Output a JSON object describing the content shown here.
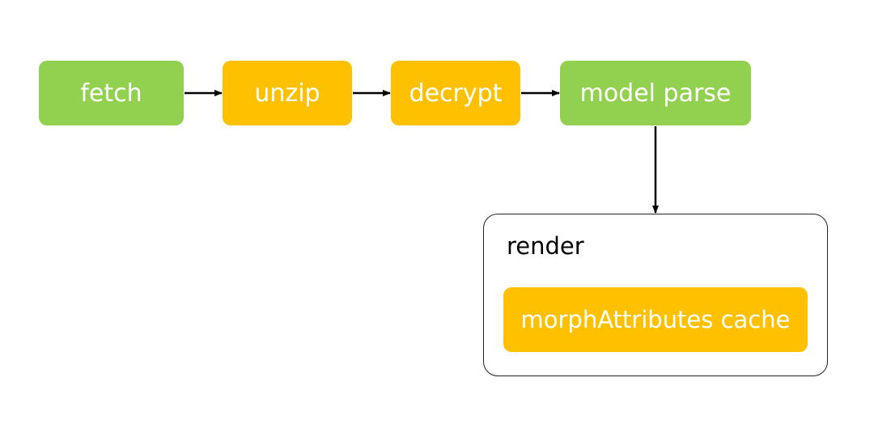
{
  "diagram": {
    "nodes": {
      "fetch": {
        "label": "fetch",
        "color": "#92d050"
      },
      "unzip": {
        "label": "unzip",
        "color": "#ffc000"
      },
      "decrypt": {
        "label": "decrypt",
        "color": "#ffc000"
      },
      "model_parse": {
        "label": "model parse",
        "color": "#92d050"
      }
    },
    "render": {
      "title": "render",
      "cache": {
        "label": "morphAttributes cache",
        "color": "#ffc000"
      }
    },
    "edges": [
      {
        "from": "fetch",
        "to": "unzip"
      },
      {
        "from": "unzip",
        "to": "decrypt"
      },
      {
        "from": "decrypt",
        "to": "model_parse"
      },
      {
        "from": "model_parse",
        "to": "render"
      }
    ]
  }
}
